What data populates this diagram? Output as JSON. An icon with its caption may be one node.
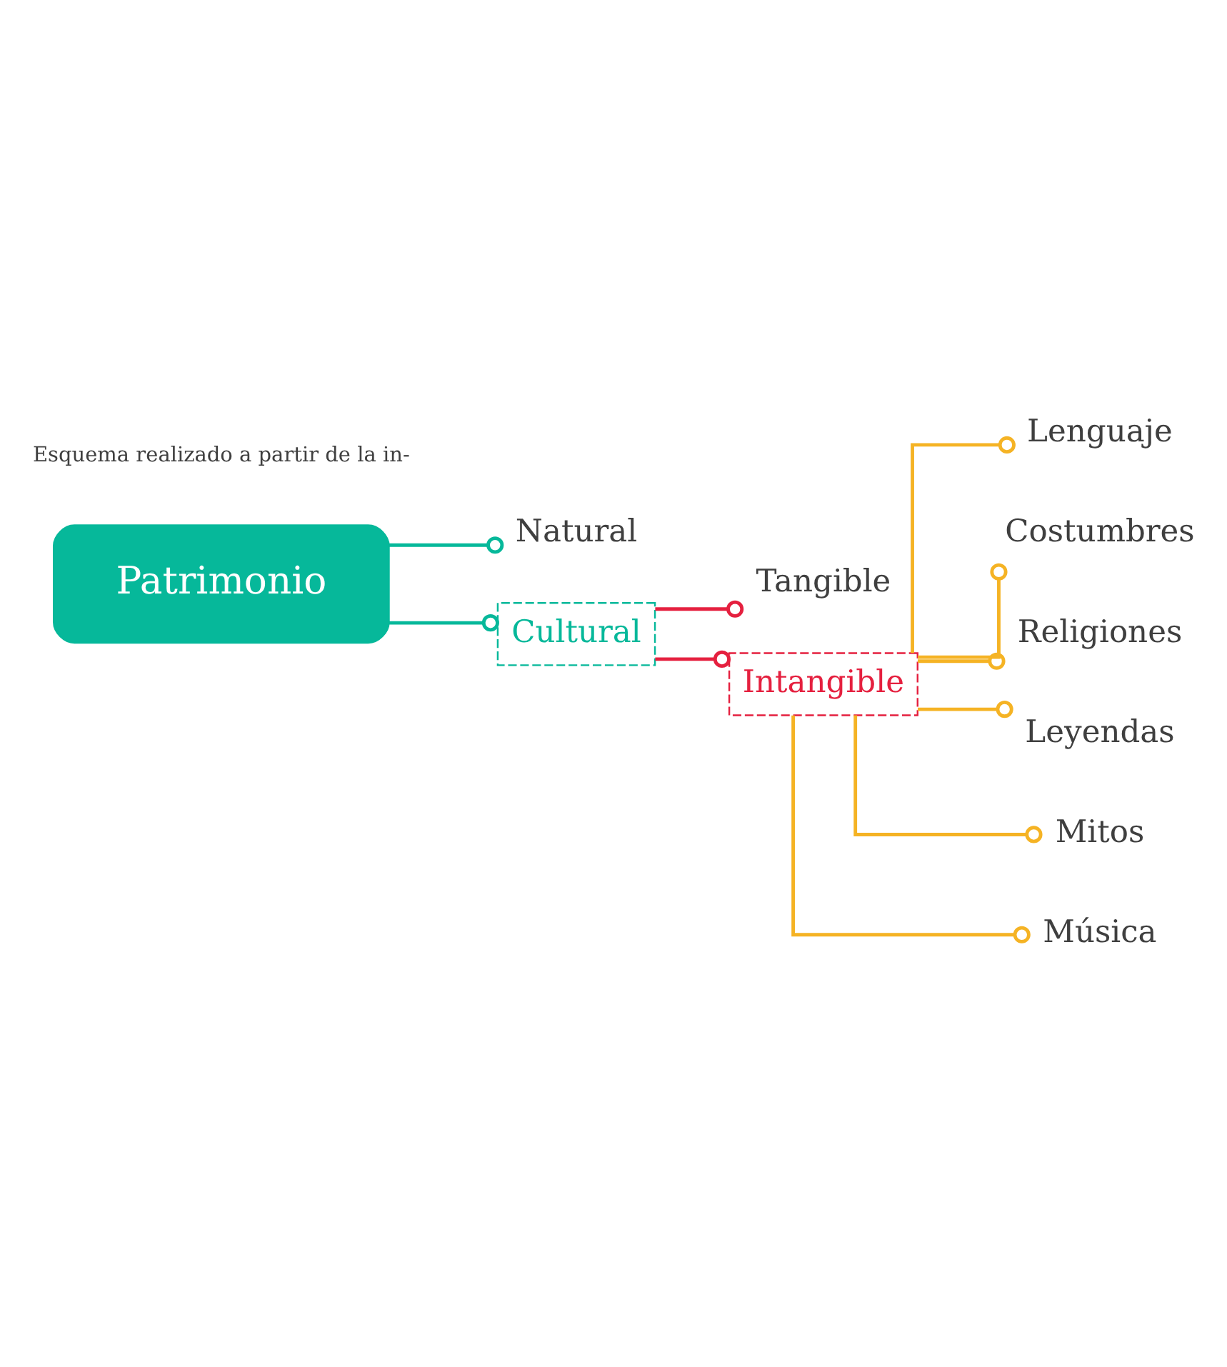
{
  "diagram": {
    "nodes": [
      {
        "text": [
          "Patrimonio"
        ]
      },
      {
        "text": [
          "Natural"
        ]
      },
      {
        "text": [
          "Cultural"
        ]
      },
      {
        "text": [
          "Tangible"
        ]
      },
      {
        "text": [
          "Intangible"
        ]
      },
      {
        "text": [
          "Lenguaje"
        ]
      },
      {
        "text": [
          "Costumbres"
        ]
      },
      {
        "text": [
          "Religiones"
        ]
      },
      {
        "text": [
          "Leyendas"
        ]
      },
      {
        "text": [
          "Mitos"
        ]
      },
      {
        "text": [
          "Música"
        ]
      }
    ],
    "edges": [
      {
        "from": 0,
        "to": 1,
        "arrow": "other",
        "color": "#06b89a"
      },
      {
        "from": 0,
        "to": 2,
        "arrow": "other",
        "color": "#06b89a"
      },
      {
        "from": 2,
        "to": 3,
        "arrow": "other",
        "color": "#e5203f"
      },
      {
        "from": 2,
        "to": 4,
        "arrow": "other",
        "color": "#e5203f"
      },
      {
        "from": 4,
        "to": 5,
        "arrow": "other"
      },
      {
        "from": 4,
        "to": 6,
        "arrow": "other"
      },
      {
        "from": 4,
        "to": 7,
        "arrow": "other"
      },
      {
        "from": 4,
        "to": 8,
        "arrow": "other"
      },
      {
        "from": 4,
        "to": 9,
        "arrow": "other"
      },
      {
        "from": 4,
        "to": 10,
        "arrow": "other"
      }
    ],
    "labels": [
      "Esquema realizado a partir de la in-"
    ]
  }
}
